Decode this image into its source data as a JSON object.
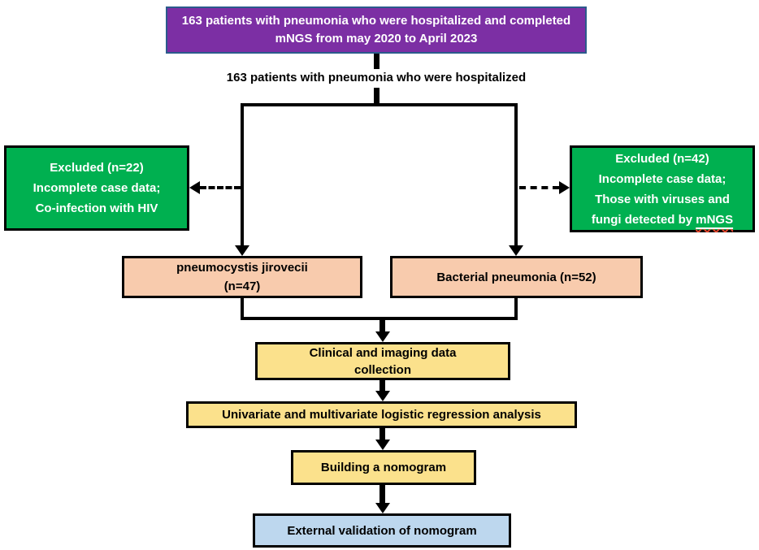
{
  "flow": {
    "enrollment": "163 patients with pneumonia who were hospitalized and completed mNGS from may 2020 to April 2023",
    "hospitalized": "163 patients with pneumonia who were hospitalized",
    "excluded_left": {
      "lines": [
        "Excluded (n=22)",
        "Incomplete case data;",
        "Co-infection with HIV"
      ]
    },
    "excluded_right": {
      "lines": [
        "Excluded (n=42)",
        "Incomplete case data;",
        "Those with viruses and"
      ],
      "last_line_prefix": "fungi detected by ",
      "last_line_term": "mNGS"
    },
    "pjp": {
      "lines": [
        "pneumocystis jirovecii",
        "(n=47)"
      ]
    },
    "bacterial": "Bacterial pneumonia (n=52)",
    "clinical": {
      "lines": [
        "Clinical and imaging data",
        "collection"
      ]
    },
    "regression": "Univariate and multivariate logistic regression analysis",
    "nomogram": "Building a nomogram",
    "validation": "External validation of nomogram"
  },
  "colors": {
    "enrollment_fill": "#7C2FA4",
    "enrollment_border": "#2B5A8C",
    "excluded_fill": "#00B050",
    "cohort_fill": "#F8CBAD",
    "process_fill": "#FBE18C",
    "validation_fill": "#BDD7EE",
    "connector": "#000000",
    "text_light": "#FFFFFF",
    "text_dark": "#000000",
    "spellcheck_wave": "#E0442C"
  }
}
